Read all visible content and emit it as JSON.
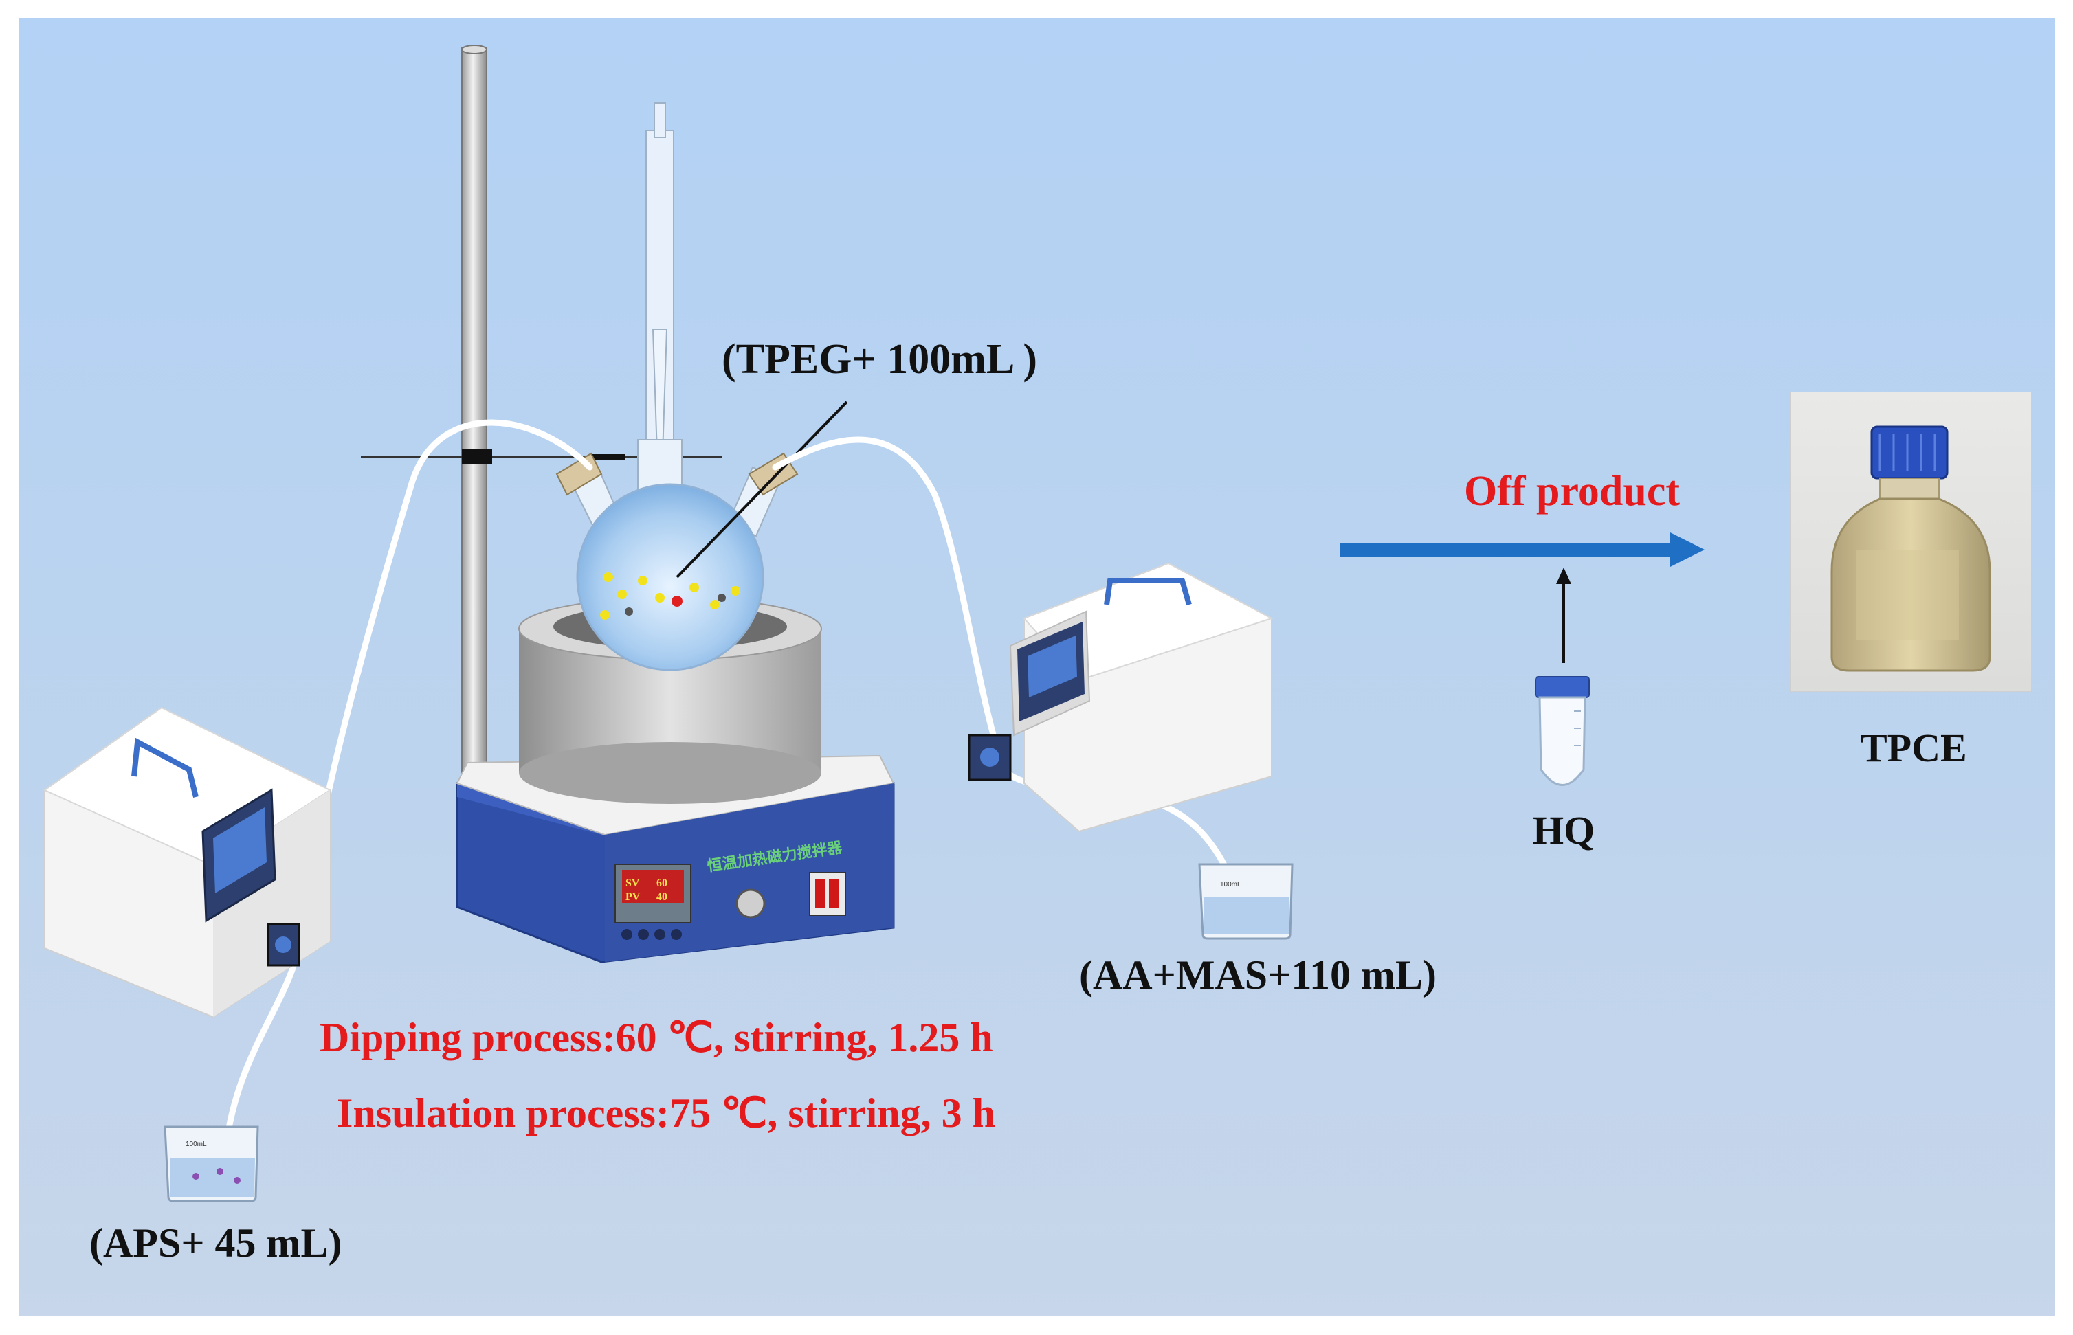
{
  "labels": {
    "tpeg": "(TPEG+ 100mL )",
    "aa_mas": "(AA+MAS+110 mL)",
    "aps": "(APS+ 45 mL)",
    "off_product": "Off product",
    "hq": "HQ",
    "tpce": "TPCE",
    "dipping": "Dipping process:60 ℃, stirring, 1.25 h",
    "insulation": "Insulation process:75 ℃, stirring, 3 h"
  },
  "stirrer_display": {
    "sv_label": "SV",
    "sv_value": "60",
    "pv_label": "PV",
    "pv_value": "40",
    "device_name": "恒温加热磁力搅拌器"
  },
  "beaker_marking": "100mL",
  "colors": {
    "background": "#b8d4f4",
    "arrow": "#1f6fc5",
    "red_text": "#e41a1c",
    "stirrer_base": "#3352a8",
    "bottle_cap": "#2a4fbf",
    "liquid": "#9cc6ec"
  },
  "icons": [
    "peristaltic-pump-icon",
    "heating-mantle-icon",
    "round-bottom-flask-icon",
    "beaker-icon",
    "centrifuge-tube-icon",
    "reagent-bottle-icon"
  ]
}
